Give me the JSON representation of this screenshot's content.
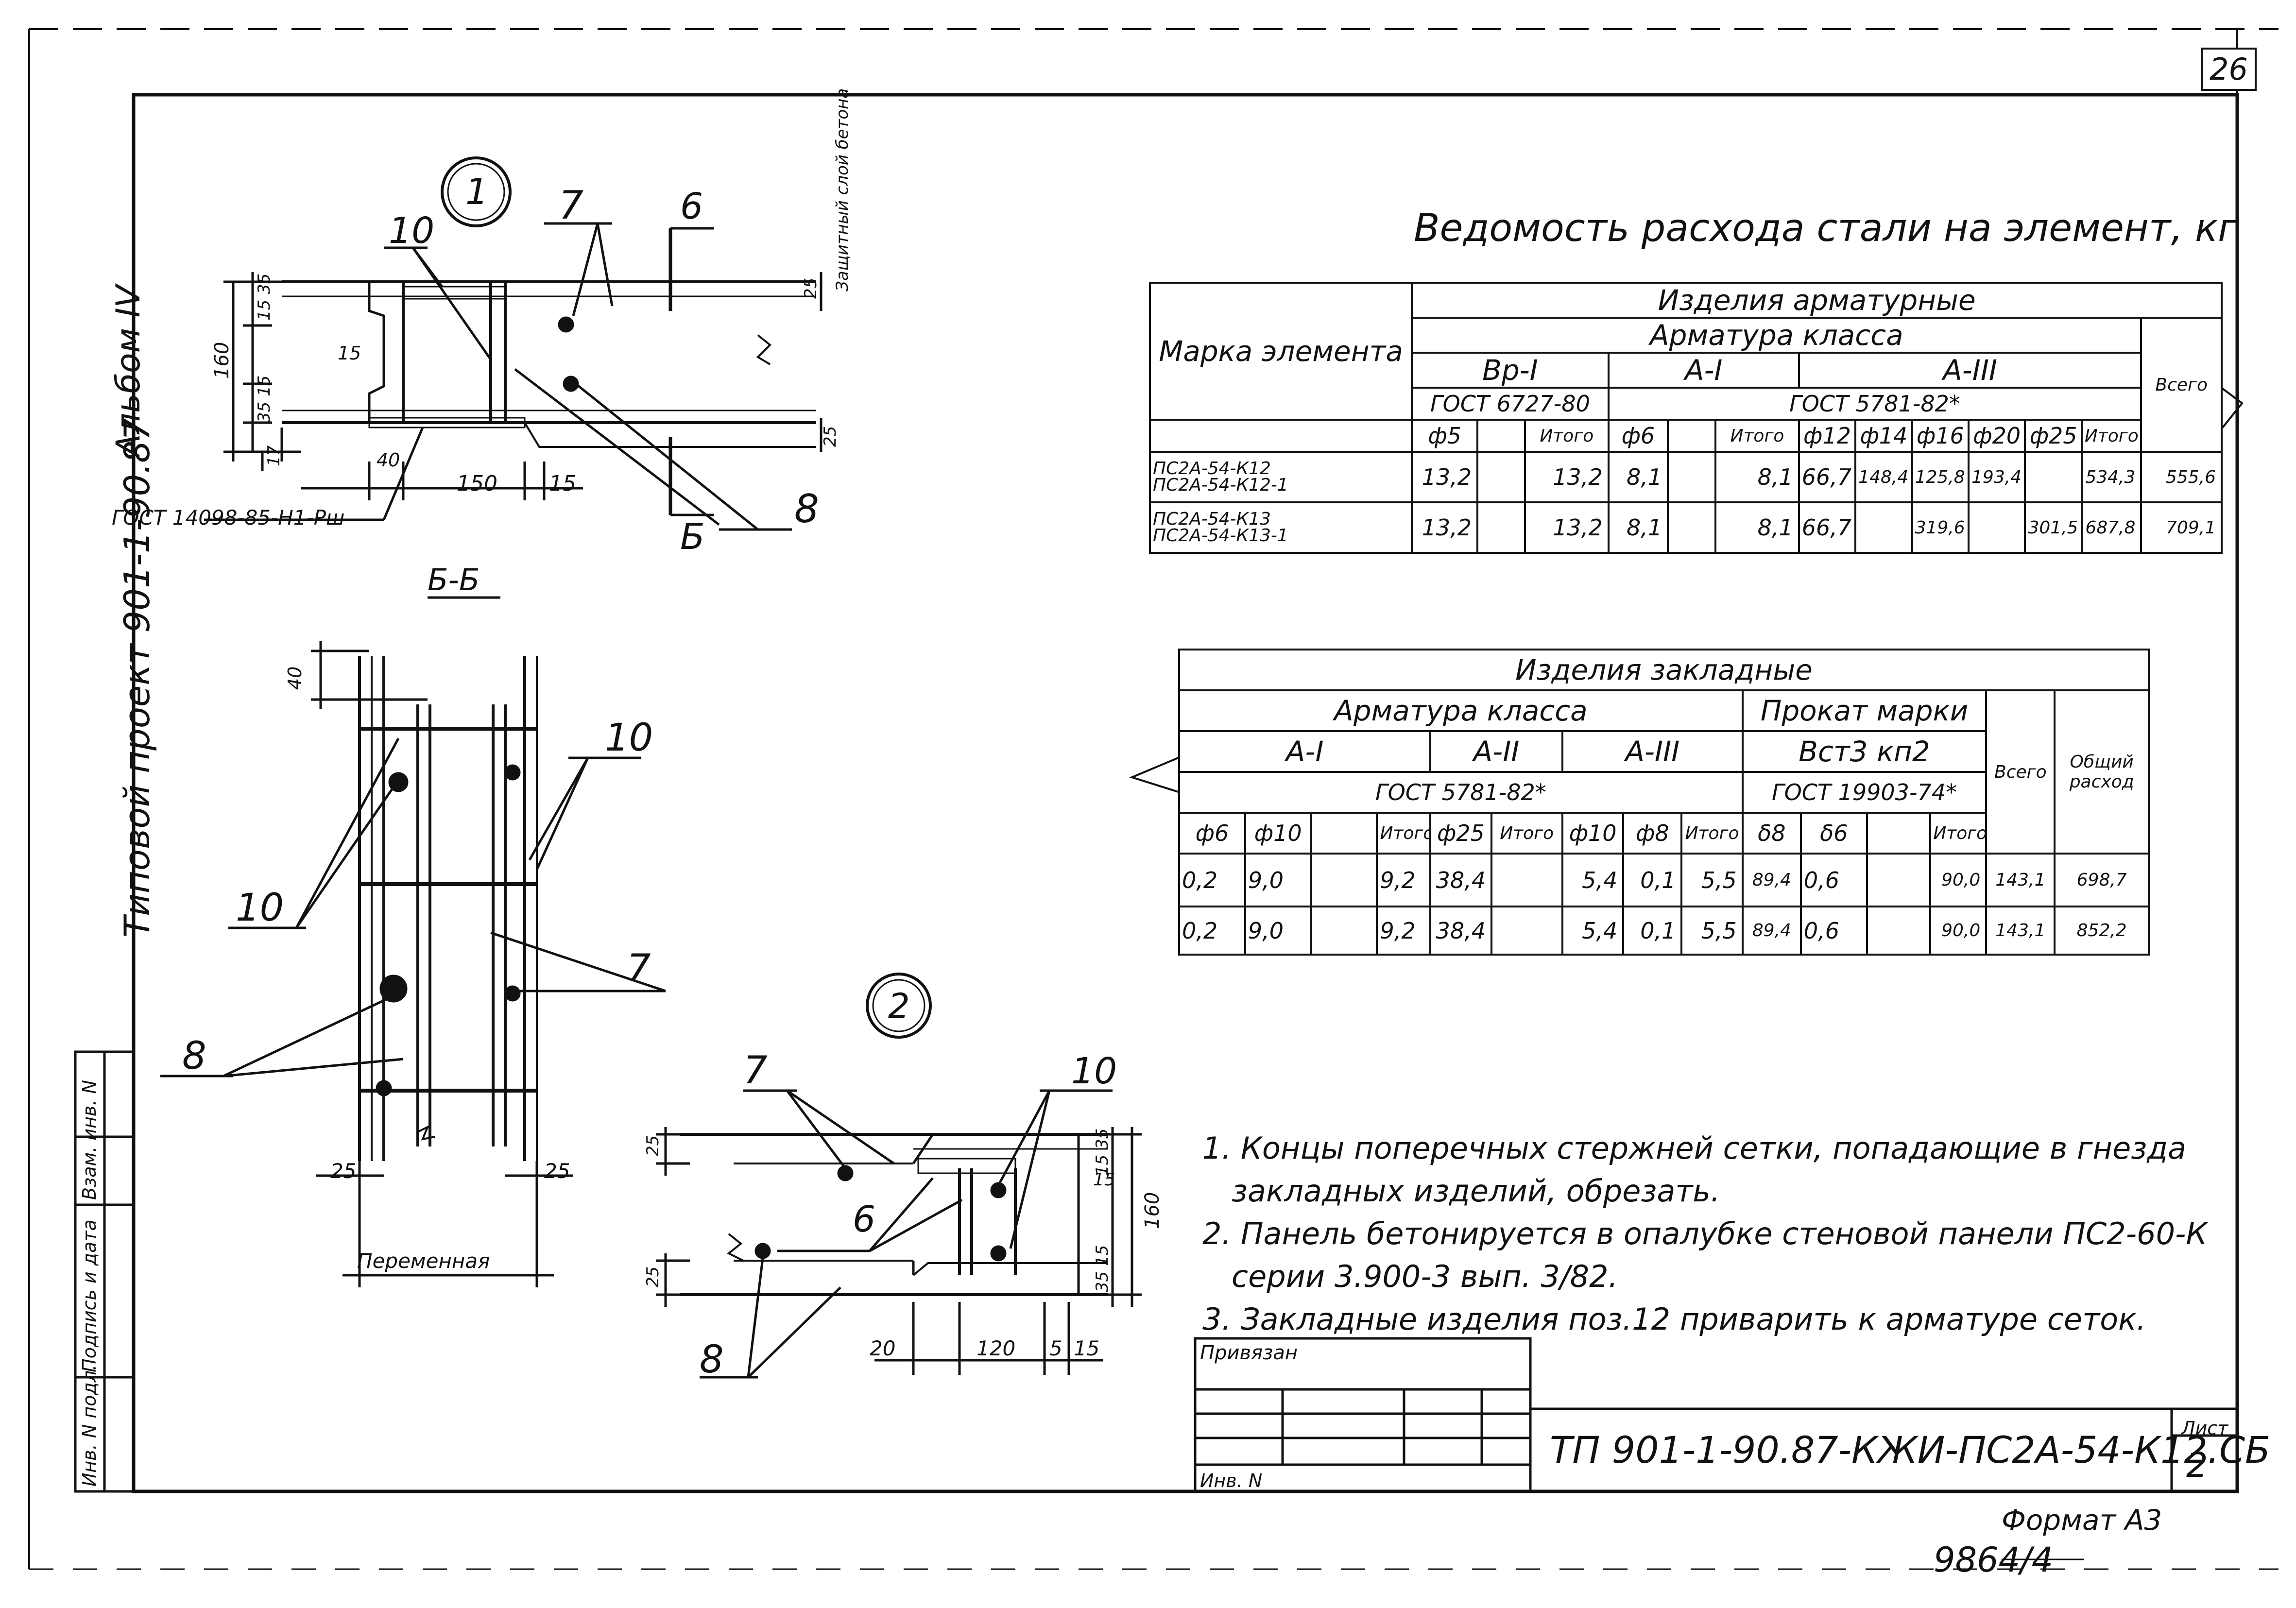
{
  "sheet_number": "26",
  "album_label": "Альбом IV",
  "project_label": "Типовой проект 901-1-90.87",
  "side_stamp": {
    "col1": "Инв. N подл.",
    "col2": "Подпись и дата",
    "col3": "Взам. инв. N"
  },
  "detail1": {
    "marker": "1",
    "cover_label": "Защитный слой бетона",
    "weld_note": "ГОСТ 14098-85-Н1-Рш",
    "section_letter": "Б",
    "dims": {
      "d25": "25",
      "d15_35": "15 35",
      "d160": "160",
      "d35_15": "35 15",
      "d15": "15",
      "d17": "17",
      "d40": "40",
      "d150": "150",
      "d15b": "15",
      "d25b": "25"
    },
    "pos": {
      "p10": "10",
      "p7": "7",
      "p8": "8",
      "p6": "6"
    }
  },
  "section_bb": {
    "title": "Б-Б",
    "dims": {
      "d40": "40",
      "d25a": "25",
      "d25b": "25",
      "variable": "Переменная"
    },
    "pos": {
      "p10a": "10",
      "p10b": "10",
      "p7": "7",
      "p8": "8"
    }
  },
  "detail2": {
    "marker": "2",
    "dims": {
      "d25a": "25",
      "d15_35": "15 35",
      "d160": "160",
      "d15": "15",
      "d35_15": "35 15",
      "d25b": "25",
      "d20": "20",
      "d120": "120",
      "d5": "5",
      "d15b": "15"
    },
    "pos": {
      "p7": "7",
      "p10": "10",
      "p6": "6",
      "p8": "8"
    }
  },
  "table1": {
    "title": "Ведомость расхода стали на элемент, кг",
    "h_group": "Изделия арматурные",
    "h_class": "Арматура класса",
    "h_mark": "Марка элемента",
    "h_vr": "Вр-I",
    "h_a1": "А-I",
    "h_a3": "А-III",
    "h_gost_vr": "ГОСТ 6727-80",
    "h_gost_a": "ГОСТ 5781-82*",
    "h_total": "Всего",
    "cols": [
      "ф5",
      "",
      "Итого",
      "ф6",
      "",
      "Итого",
      "ф12",
      "ф14",
      "ф16",
      "ф20",
      "ф25",
      "Итого"
    ],
    "rows": [
      {
        "mark": [
          "ПС2А-54-К12",
          "ПС2А-54-К12-1"
        ],
        "vals": [
          "13,2",
          "",
          "13,2",
          "8,1",
          "",
          "8,1",
          "66,7",
          "148,4",
          "125,8",
          "193,4",
          "",
          "534,3"
        ],
        "total": "555,6"
      },
      {
        "mark": [
          "ПС2А-54-К13",
          "ПС2А-54-К13-1"
        ],
        "vals": [
          "13,2",
          "",
          "13,2",
          "8,1",
          "",
          "8,1",
          "66,7",
          "",
          "319,6",
          "",
          "301,5",
          "687,8"
        ],
        "total": "709,1"
      }
    ]
  },
  "table2": {
    "h_group": "Изделия закладные",
    "h_class": "Арматура класса",
    "h_rolled": "Прокат марки",
    "h_a1": "А-I",
    "h_a2": "А-II",
    "h_a3": "А-III",
    "h_vst": "Вст3 кп2",
    "h_gost_a": "ГОСТ 5781-82*",
    "h_gost_r": "ГОСТ 19903-74*",
    "h_total": "Всего",
    "h_overall": "Общий расход",
    "cols": [
      "ф6",
      "ф10",
      "",
      "Итого",
      "ф25",
      "Итого",
      "ф10",
      "ф8",
      "Итого",
      "δ8",
      "δ6",
      "",
      "Итого"
    ],
    "rows": [
      {
        "vals": [
          "0,2",
          "9,0",
          "",
          "9,2",
          "38,4",
          "",
          "5,4",
          "0,1",
          "5,5",
          "89,4",
          "0,6",
          "",
          "90,0"
        ],
        "total": "143,1",
        "overall": "698,7"
      },
      {
        "vals": [
          "0,2",
          "9,0",
          "",
          "9,2",
          "38,4",
          "",
          "5,4",
          "0,1",
          "5,5",
          "89,4",
          "0,6",
          "",
          "90,0"
        ],
        "total": "143,1",
        "overall": "852,2"
      }
    ]
  },
  "notes": [
    "1. Концы поперечных стержней сетки, попадающие в гнезда",
    "закладных изделий, обрезать.",
    "2. Панель бетонируется в опалубке стеновой панели ПС2-60-К",
    "серии 3.900-3 вып. 3/82.",
    "3. Закладные изделия поз.12 приварить к арматуре сеток."
  ],
  "stamp": {
    "privyazan": "Привязан",
    "inv": "Инв. N",
    "code": "ТП 901-1-90.87-КЖИ-ПС2А-54-К12.СБ",
    "list_label": "Лист",
    "list_value": "2"
  },
  "format_label": "Формат А3",
  "inventory": "9864/4"
}
